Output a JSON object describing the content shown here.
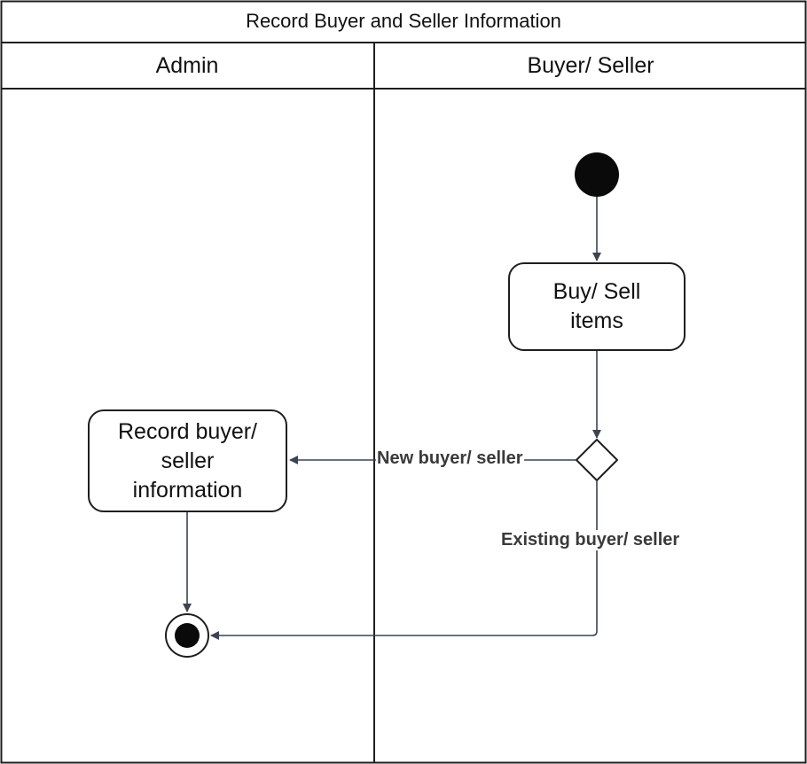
{
  "diagram": {
    "title": "Record Buyer and Seller Information",
    "lanes": [
      {
        "label": "Admin"
      },
      {
        "label": "Buyer/ Seller"
      }
    ],
    "actions": {
      "buy_sell": "Buy/ Sell\nitems",
      "record": "Record buyer/\nseller\ninformation"
    },
    "guards": {
      "new": "New buyer/ seller",
      "existing": "Existing buyer/ seller"
    },
    "colors": {
      "stroke": "#1e1e1e",
      "flow": "#3b4450",
      "node_fill": "#0a0a0a"
    }
  }
}
